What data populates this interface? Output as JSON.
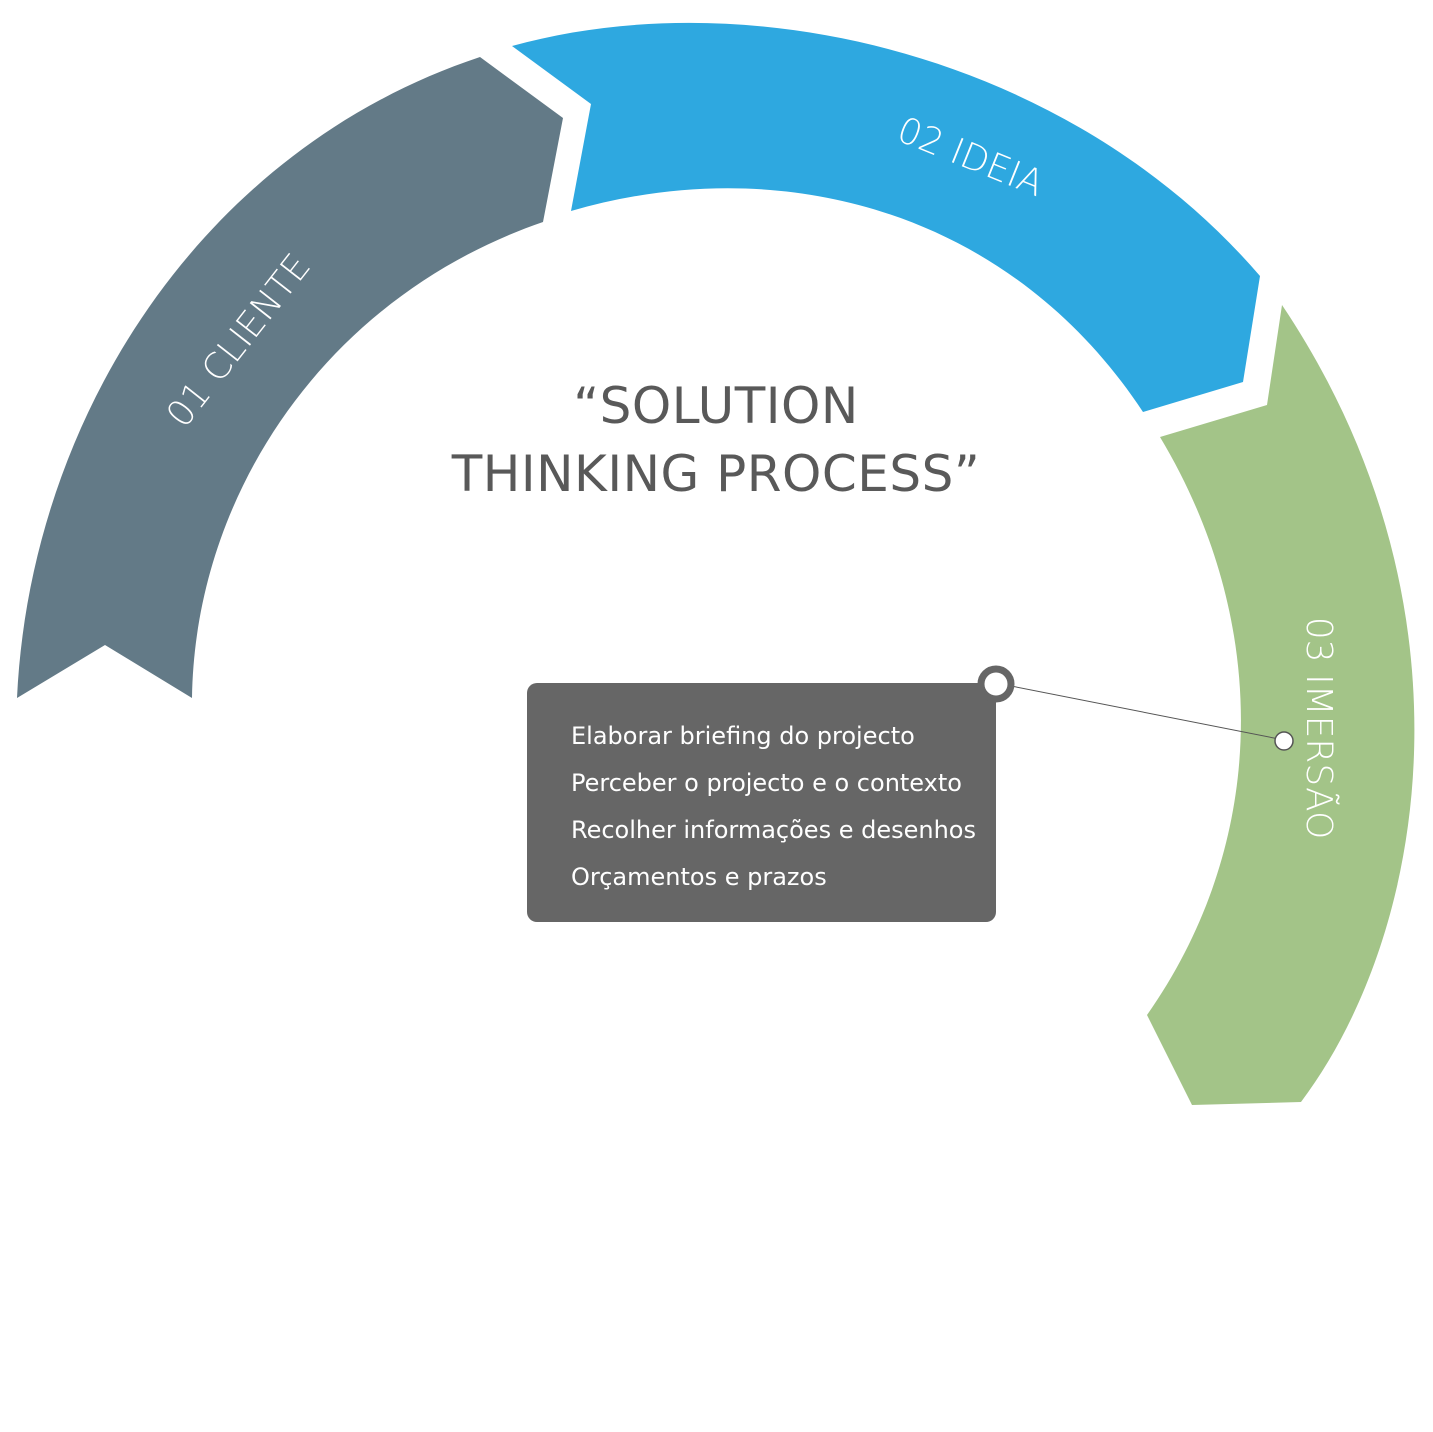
{
  "title": {
    "line1": "“SOLUTION",
    "line2": "THINKING PROCESS”"
  },
  "segments": [
    {
      "label": "01 CLIENTE",
      "color": "#637a87"
    },
    {
      "label": "02 IDEIA",
      "color": "#2ea8e0"
    },
    {
      "label": "03 IMERSÃO",
      "color": "#a3c488"
    }
  ],
  "infobox": {
    "items": [
      "Elaborar briefing do projecto",
      "Perceber o projecto e o contexto",
      "Recolher informações e desenhos",
      "Orçamentos e prazos"
    ],
    "color": "#666666"
  }
}
